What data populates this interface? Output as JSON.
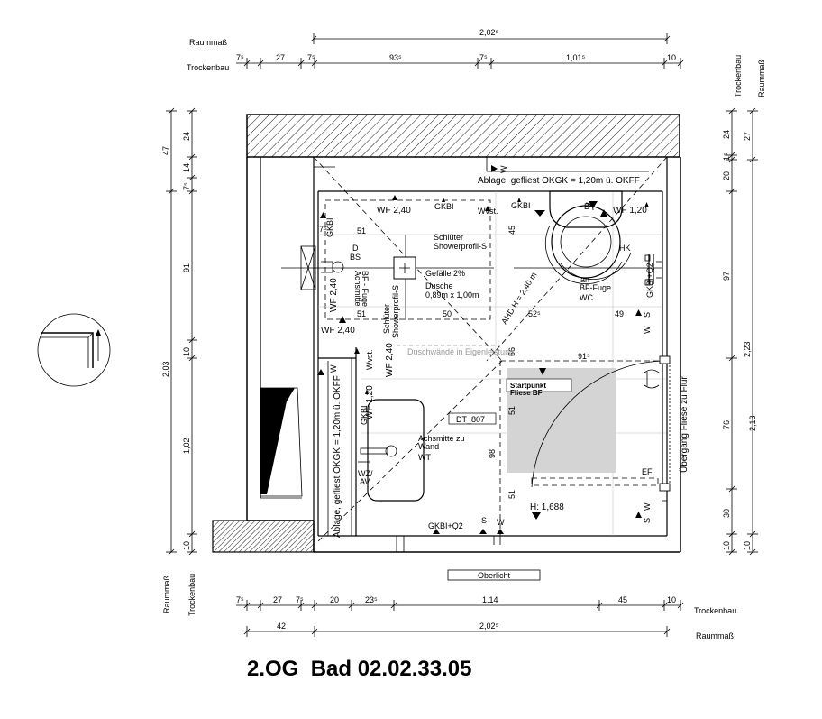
{
  "labels": {
    "raummass": "Raummaß",
    "trockenbau": "Trockenbau"
  },
  "dims_top": {
    "raummass_total": "2,02⁵",
    "tb": [
      "7⁵",
      "27",
      "7⁵",
      "93⁵",
      "7⁵",
      "1,01⁵",
      "10"
    ]
  },
  "dims_bottom": {
    "tb": [
      "7⁵",
      "27",
      "7⁵",
      "20",
      "23⁵",
      "1.14",
      "45",
      "10"
    ],
    "rm": [
      "42",
      "2,02⁵"
    ]
  },
  "dims_left": {
    "outer": [
      "47",
      "2,03"
    ],
    "inner": [
      "24",
      "14",
      "7⁵",
      "91",
      "10",
      "1,02",
      "10"
    ]
  },
  "dims_right": {
    "inner": [
      "24",
      "1⁵",
      "20",
      "97",
      "76",
      "30",
      "10"
    ],
    "outer": [
      "27",
      "2,23",
      "2,13",
      "10"
    ]
  },
  "annotations": {
    "ablage_top": "Ablage, gefliest OKGK = 1,20m ü. OKFF",
    "ablage_left": "Ablage, gefliest OKGK = 1,20m ü. OKFF",
    "wf240": "WF 2,40",
    "wf240_v1": "WF 2,40",
    "wf240_v2": "WF 2,40",
    "wf240_v3": "WF 2,40",
    "wf120": "WF 1,20",
    "wf120_v": "WF 1,20",
    "gkbi": "GKBI",
    "gkbi_q2_bottom": "GKBI+Q2",
    "gkbi_q2_right": "GKBI+Q2",
    "wvst": "Wvst.",
    "wvst_v": "Wvst.",
    "bf": "Bᶠ",
    "hk": "HK",
    "schlueter": "Schlüter",
    "showerprofil": "Showerprofil-S",
    "schlueter_v": "Schlüter",
    "showerprofil_v": "Showerprofil-S",
    "gefaelle": "Gefälle 2%",
    "dusche": "Dusche",
    "dusche_dim": "0,89m x 1,00m",
    "an": "an",
    "bf_fuge": "BF-Fuge",
    "wc": "WC",
    "d": "D",
    "bs": "BS",
    "achsmitte_v": "Achsmitte",
    "bf_fuge_v": "BF - Fuge",
    "ahd": "AHD   H = 2,40 m",
    "duschwand": "Duschwände in Eigenleistung",
    "startpunkt": "Startpunkt",
    "fliese_bf": "Fliese BF",
    "dt": "DT_807",
    "achsmitte": "Achsmitte zu",
    "wand": "Wand",
    "wt": "WT",
    "wz": "WZ/",
    "av": "AV",
    "h1688": "H: 1,688",
    "ef": "EF",
    "uebergang": "Übergang Fliese zu Flur",
    "oberlicht": "Oberlicht",
    "s": "S",
    "w": "W",
    "d51a": "51",
    "d51b": "51",
    "d51c": "51",
    "d51d": "51",
    "d45": "45",
    "d50": "50",
    "d52": "52⁵",
    "d49": "49",
    "d56": "56",
    "d91": "91⁵",
    "d98": "98",
    "d75": "7⁵"
  },
  "title": "2.OG_Bad 02.02.33.05"
}
